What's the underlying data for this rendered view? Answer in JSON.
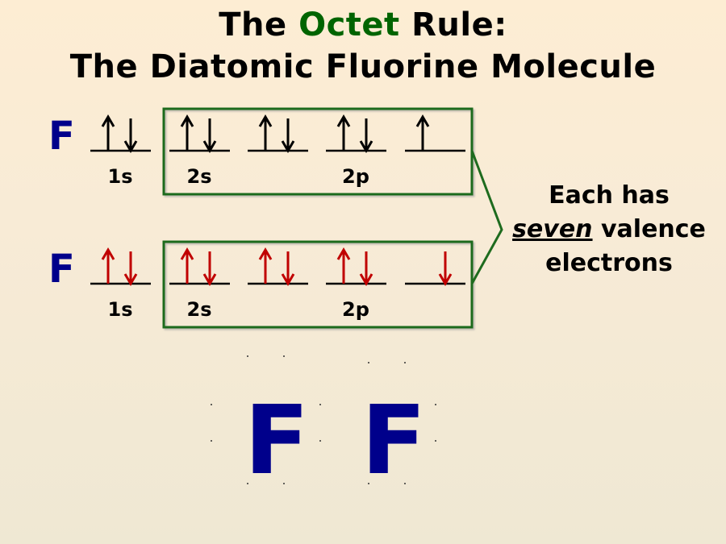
{
  "title": {
    "line1_prefix": "The",
    "line1_accent": "Octet",
    "line1_suffix": "Rule:",
    "line2": "The Diatomic Fluorine Molecule"
  },
  "colors": {
    "accent_green": "#006400",
    "box_border": "#1e6b1e",
    "element_blue": "#00008b",
    "atom1_arrows": "#000000",
    "atom2_arrows": "#c00000"
  },
  "atoms": [
    {
      "symbol": "F",
      "arrow_color": "#000000",
      "orbitals": [
        {
          "label": "1s",
          "up": true,
          "down": true
        },
        {
          "label": "2s",
          "up": true,
          "down": true
        },
        {
          "label": "",
          "up": true,
          "down": true
        },
        {
          "label": "2p",
          "up": true,
          "down": true
        },
        {
          "label": "",
          "up": true,
          "down": false
        }
      ]
    },
    {
      "symbol": "F",
      "arrow_color": "#c00000",
      "orbitals": [
        {
          "label": "1s",
          "up": true,
          "down": true
        },
        {
          "label": "2s",
          "up": true,
          "down": true
        },
        {
          "label": "",
          "up": true,
          "down": true
        },
        {
          "label": "2p",
          "up": true,
          "down": true
        },
        {
          "label": "",
          "up": false,
          "down": true
        }
      ]
    }
  ],
  "note": {
    "line1": "Each has",
    "emphasis": "seven",
    "line2_rest": " valence",
    "line3": "electrons"
  },
  "lewis": {
    "left_symbol": "F",
    "right_symbol": "F"
  }
}
